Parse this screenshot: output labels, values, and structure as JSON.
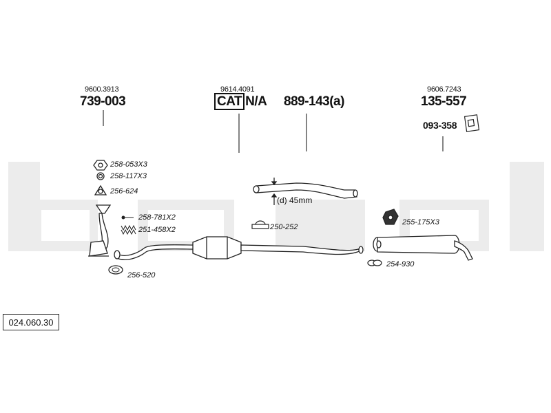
{
  "watermark": "bosal",
  "top_parts": [
    {
      "ref": "9600.3913",
      "part": "739-003"
    },
    {
      "ref": "9614.4091",
      "cat": "CAT",
      "part": "N/A"
    },
    {
      "part": "889-143(a)"
    },
    {
      "ref": "9606.7243",
      "part": "135-557",
      "sub_part": "093-358"
    }
  ],
  "labels": {
    "nut": "258-053X3",
    "washer": "258-117X3",
    "gasket_top": "256-624",
    "bolt": "258-781X2",
    "spring": "251-458X2",
    "gasket_bottom": "256-520",
    "diameter": "(d) 45mm",
    "clamp_middle": "250-252",
    "rubber_mount": "255-175X3",
    "clamp_rear": "254-930"
  },
  "diagram_code": "024.060.30"
}
